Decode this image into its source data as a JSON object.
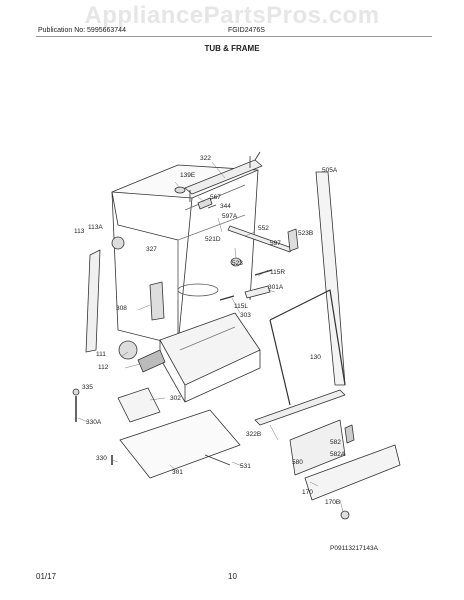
{
  "watermark": "AppliancePartsPros.com",
  "header": {
    "publication": "Publication No: 5995663744",
    "model": "FGID2476S"
  },
  "title": "TUB & FRAME",
  "figure_id": "P09113217143A",
  "footer": {
    "date": "01/17",
    "page": "10"
  },
  "callouts": {
    "c322": "322",
    "c505A": "505A",
    "c139E": "139E",
    "c567": "567",
    "c344": "344",
    "c597A": "597A",
    "c552": "552",
    "c523B": "523B",
    "c113": "113",
    "c113A": "113A",
    "c521D": "521D",
    "c597": "597",
    "c327": "327",
    "c523": "523",
    "c115R": "115R",
    "c301A": "301A",
    "c308": "308",
    "c115L": "115L",
    "c303": "303",
    "c111": "111",
    "c112": "112",
    "c130": "130",
    "c335": "335",
    "c302": "302",
    "c330A": "330A",
    "c322B": "322B",
    "c582": "582",
    "c582A": "582A",
    "c330": "330",
    "c580": "580",
    "c301": "301",
    "c531": "531",
    "c170": "170",
    "c170B": "170B"
  }
}
